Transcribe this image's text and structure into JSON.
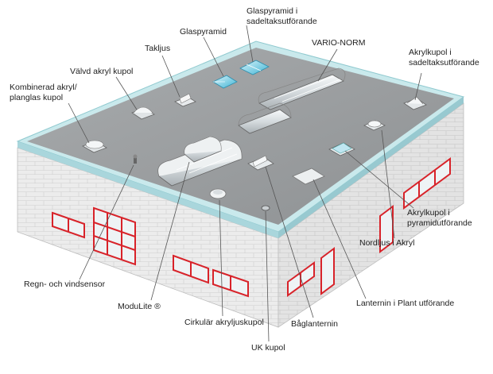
{
  "labels": {
    "glaspyramid_sadeltak": [
      "Glaspyramid i",
      "sadeltaksutförande"
    ],
    "glaspyramid": "Glaspyramid",
    "vario_norm": "VARIO-NORM",
    "takljus": "Takljus",
    "akrylkupol_sadeltak": [
      "Akrylkupol i",
      "sadeltaksutförande"
    ],
    "valvd_akryl_kupol": "Välvd akryl kupol",
    "kombinerad": [
      "Kombinerad akryl/",
      "planglas kupol"
    ],
    "akrylkupol_pyramid": [
      "Akrylkupol i",
      "pyramidutförande"
    ],
    "nordljus": "Nordljus i Akryl",
    "regn_vindsensor": "Regn- och vindsensor",
    "lanternin_plant": "Lanternin i Plant utförande",
    "modulite": "ModuLite ®",
    "baglanternin": "Båglanternin",
    "cirkular": "Cirkulär akryljuskupol",
    "uk_kupol": "UK kupol"
  },
  "colors": {
    "roof": "#9a9d9f",
    "roof_edge": "#bfe3e6",
    "wall_left": "#ececec",
    "wall_right": "#e2e2e2",
    "brick_line": "#c9c9c9",
    "window_frame": "#d8232a",
    "glass": "#eef3f5",
    "glass_blue": "#5ec8e0",
    "leader": "#555555"
  }
}
